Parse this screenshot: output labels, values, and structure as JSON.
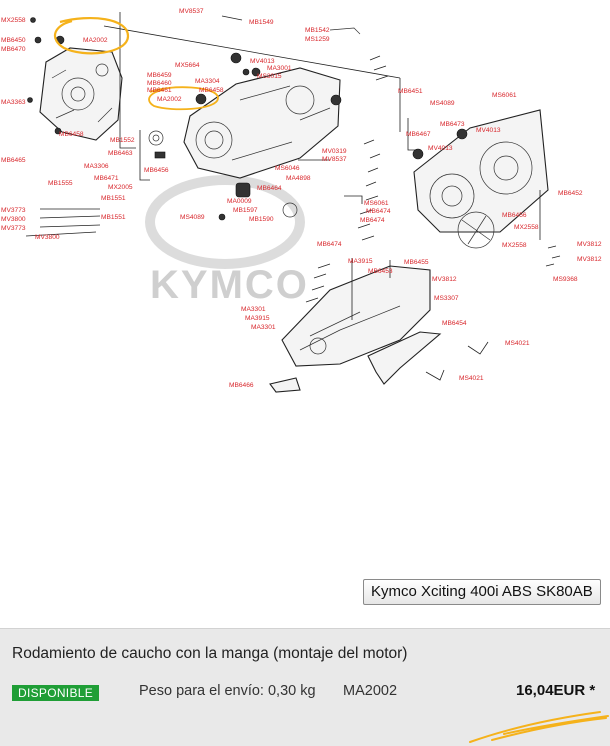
{
  "diagram": {
    "watermark": "KYMCO",
    "labels": [
      "MX2558",
      "MB6450",
      "MB6470",
      "MA3363",
      "MB6458",
      "MB6465",
      "MV8537",
      "MB1549",
      "MB1542",
      "MS1259",
      "MA2002",
      "MX5664",
      "MV4013",
      "MA3001",
      "MS3015",
      "MB6459",
      "MB6460",
      "MB6461",
      "MA3304",
      "MB6458",
      "MA2002",
      "MB6451",
      "MS4089",
      "MS6061",
      "MB1552",
      "MB6463",
      "MA3306",
      "MB6471",
      "MX2005",
      "MB1555",
      "MB1551",
      "MV3773",
      "MV3800",
      "MV3773",
      "MV3800",
      "MB1551",
      "MB6456",
      "MV0319",
      "MV8537",
      "MS6046",
      "MA4898",
      "MB6464",
      "MA0009",
      "MB1597",
      "MB1590",
      "MS4089",
      "MS6061",
      "MB6474",
      "MB6474",
      "MB6474",
      "MB6473",
      "MB6467",
      "MV4013",
      "MV4013",
      "MB6452",
      "MB6456",
      "MX2558",
      "MX2558",
      "MV3812",
      "MV3812",
      "MS9368",
      "MA3915",
      "MB6455",
      "MB6453",
      "MV3812",
      "MS3307",
      "MA3301",
      "MA3915",
      "MA3301",
      "MB6454",
      "MS4021",
      "MS4021",
      "MB6466"
    ]
  },
  "model": {
    "label": "Kymco Xciting 400i ABS SK80AB"
  },
  "product": {
    "title": "Rodamiento de caucho con la manga (montaje del motor)",
    "status": "DISPONIBLE",
    "shipping_weight": "Peso para el envío: 0,30 kg",
    "sku": "MA2002",
    "price": "16,04EUR",
    "price_suffix": "*"
  },
  "colors": {
    "part_label": "#d8262b",
    "highlight": "#f5b21b",
    "status_badge": "#1f9e36",
    "panel_background": "#e9e9e9"
  }
}
